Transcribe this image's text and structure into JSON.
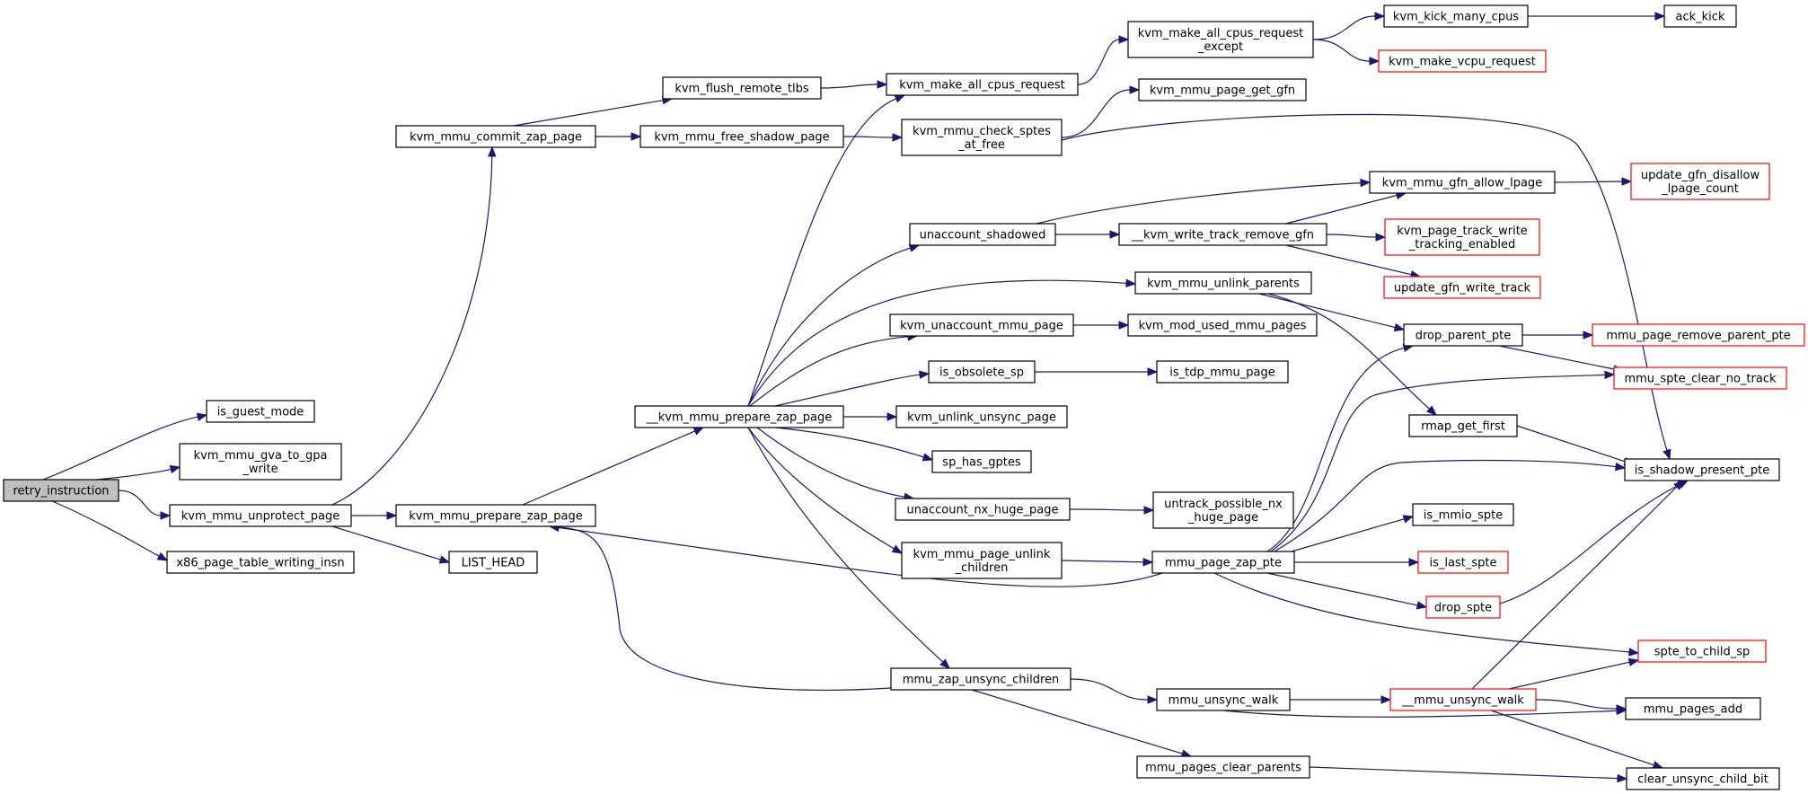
{
  "colors": {
    "edge": "#191970",
    "root_fill": "#bfbfbf",
    "truncated_border": "#ff0000",
    "node_border": "#000000"
  },
  "nodes": {
    "retry_instruction": {
      "label": [
        "retry_instruction"
      ],
      "style": "root"
    },
    "is_guest_mode": {
      "label": [
        "is_guest_mode"
      ],
      "style": "normal"
    },
    "kvm_mmu_gva_to_gpa_write": {
      "label": [
        "kvm_mmu_gva_to_gpa",
        "_write"
      ],
      "style": "normal"
    },
    "kvm_mmu_unprotect_page": {
      "label": [
        "kvm_mmu_unprotect_page"
      ],
      "style": "normal"
    },
    "x86_page_table_writing_insn": {
      "label": [
        "x86_page_table_writing_insn"
      ],
      "style": "normal"
    },
    "kvm_mmu_commit_zap_page": {
      "label": [
        "kvm_mmu_commit_zap_page"
      ],
      "style": "normal"
    },
    "kvm_mmu_prepare_zap_page": {
      "label": [
        "kvm_mmu_prepare_zap_page"
      ],
      "style": "normal"
    },
    "LIST_HEAD": {
      "label": [
        "LIST_HEAD"
      ],
      "style": "normal"
    },
    "kvm_flush_remote_tlbs": {
      "label": [
        "kvm_flush_remote_tlbs"
      ],
      "style": "normal"
    },
    "kvm_mmu_free_shadow_page": {
      "label": [
        "kvm_mmu_free_shadow_page"
      ],
      "style": "normal"
    },
    "__kvm_mmu_prepare_zap_page": {
      "label": [
        "__kvm_mmu_prepare_zap_page"
      ],
      "style": "normal"
    },
    "kvm_make_all_cpus_request": {
      "label": [
        "kvm_make_all_cpus_request"
      ],
      "style": "normal"
    },
    "kvm_mmu_check_sptes_at_free": {
      "label": [
        "kvm_mmu_check_sptes",
        "_at_free"
      ],
      "style": "normal"
    },
    "unaccount_shadowed": {
      "label": [
        "unaccount_shadowed"
      ],
      "style": "normal"
    },
    "kvm_unaccount_mmu_page": {
      "label": [
        "kvm_unaccount_mmu_page"
      ],
      "style": "normal"
    },
    "is_obsolete_sp": {
      "label": [
        "is_obsolete_sp"
      ],
      "style": "normal"
    },
    "kvm_unlink_unsync_page": {
      "label": [
        "kvm_unlink_unsync_page"
      ],
      "style": "normal"
    },
    "sp_has_gptes": {
      "label": [
        "sp_has_gptes"
      ],
      "style": "normal"
    },
    "unaccount_nx_huge_page": {
      "label": [
        "unaccount_nx_huge_page"
      ],
      "style": "normal"
    },
    "kvm_mmu_page_unlink_children": {
      "label": [
        "kvm_mmu_page_unlink",
        "_children"
      ],
      "style": "normal"
    },
    "mmu_zap_unsync_children": {
      "label": [
        "mmu_zap_unsync_children"
      ],
      "style": "normal"
    },
    "kvm_make_all_cpus_request_except": {
      "label": [
        "kvm_make_all_cpus_request",
        "_except"
      ],
      "style": "normal"
    },
    "kvm_mmu_page_get_gfn": {
      "label": [
        "kvm_mmu_page_get_gfn"
      ],
      "style": "normal"
    },
    "__kvm_write_track_remove_gfn": {
      "label": [
        "__kvm_write_track_remove_gfn"
      ],
      "style": "normal"
    },
    "kvm_mmu_unlink_parents": {
      "label": [
        "kvm_mmu_unlink_parents"
      ],
      "style": "normal"
    },
    "kvm_mod_used_mmu_pages": {
      "label": [
        "kvm_mod_used_mmu_pages"
      ],
      "style": "normal"
    },
    "is_tdp_mmu_page": {
      "label": [
        "is_tdp_mmu_page"
      ],
      "style": "normal"
    },
    "untrack_possible_nx_huge_page": {
      "label": [
        "untrack_possible_nx",
        "_huge_page"
      ],
      "style": "normal"
    },
    "mmu_page_zap_pte": {
      "label": [
        "mmu_page_zap_pte"
      ],
      "style": "normal"
    },
    "mmu_unsync_walk": {
      "label": [
        "mmu_unsync_walk"
      ],
      "style": "normal"
    },
    "mmu_pages_clear_parents": {
      "label": [
        "mmu_pages_clear_parents"
      ],
      "style": "normal"
    },
    "kvm_kick_many_cpus": {
      "label": [
        "kvm_kick_many_cpus"
      ],
      "style": "normal"
    },
    "kvm_make_vcpu_request": {
      "label": [
        "kvm_make_vcpu_request"
      ],
      "style": "trunc"
    },
    "kvm_mmu_gfn_allow_lpage": {
      "label": [
        "kvm_mmu_gfn_allow_lpage"
      ],
      "style": "normal"
    },
    "kvm_page_track_write_tracking_enabled": {
      "label": [
        "kvm_page_track_write",
        "_tracking_enabled"
      ],
      "style": "trunc"
    },
    "update_gfn_write_track": {
      "label": [
        "update_gfn_write_track"
      ],
      "style": "trunc"
    },
    "drop_parent_pte": {
      "label": [
        "drop_parent_pte"
      ],
      "style": "normal"
    },
    "rmap_get_first": {
      "label": [
        "rmap_get_first"
      ],
      "style": "normal"
    },
    "is_mmio_spte": {
      "label": [
        "is_mmio_spte"
      ],
      "style": "normal"
    },
    "is_last_spte": {
      "label": [
        "is_last_spte"
      ],
      "style": "trunc"
    },
    "drop_spte": {
      "label": [
        "drop_spte"
      ],
      "style": "trunc"
    },
    "__mmu_unsync_walk": {
      "label": [
        "__mmu_unsync_walk"
      ],
      "style": "trunc"
    },
    "ack_kick": {
      "label": [
        "ack_kick"
      ],
      "style": "normal"
    },
    "update_gfn_disallow_lpage_count": {
      "label": [
        "update_gfn_disallow",
        "_lpage_count"
      ],
      "style": "trunc"
    },
    "mmu_page_remove_parent_pte": {
      "label": [
        "mmu_page_remove_parent_pte"
      ],
      "style": "trunc"
    },
    "mmu_spte_clear_no_track": {
      "label": [
        "mmu_spte_clear_no_track"
      ],
      "style": "trunc"
    },
    "is_shadow_present_pte": {
      "label": [
        "is_shadow_present_pte"
      ],
      "style": "normal"
    },
    "spte_to_child_sp": {
      "label": [
        "spte_to_child_sp"
      ],
      "style": "trunc"
    },
    "mmu_pages_add": {
      "label": [
        "mmu_pages_add"
      ],
      "style": "normal"
    },
    "clear_unsync_child_bit": {
      "label": [
        "clear_unsync_child_bit"
      ],
      "style": "normal"
    }
  },
  "edges": [
    [
      "retry_instruction",
      "is_guest_mode"
    ],
    [
      "retry_instruction",
      "kvm_mmu_gva_to_gpa_write"
    ],
    [
      "retry_instruction",
      "kvm_mmu_unprotect_page"
    ],
    [
      "retry_instruction",
      "x86_page_table_writing_insn"
    ],
    [
      "kvm_mmu_unprotect_page",
      "kvm_mmu_commit_zap_page"
    ],
    [
      "kvm_mmu_unprotect_page",
      "kvm_mmu_prepare_zap_page"
    ],
    [
      "kvm_mmu_unprotect_page",
      "LIST_HEAD"
    ],
    [
      "kvm_mmu_commit_zap_page",
      "kvm_flush_remote_tlbs"
    ],
    [
      "kvm_mmu_commit_zap_page",
      "kvm_mmu_free_shadow_page"
    ],
    [
      "kvm_mmu_prepare_zap_page",
      "__kvm_mmu_prepare_zap_page"
    ],
    [
      "kvm_flush_remote_tlbs",
      "kvm_make_all_cpus_request"
    ],
    [
      "kvm_mmu_free_shadow_page",
      "kvm_mmu_check_sptes_at_free"
    ],
    [
      "__kvm_mmu_prepare_zap_page",
      "kvm_make_all_cpus_request"
    ],
    [
      "__kvm_mmu_prepare_zap_page",
      "unaccount_shadowed"
    ],
    [
      "__kvm_mmu_prepare_zap_page",
      "kvm_mmu_unlink_parents"
    ],
    [
      "__kvm_mmu_prepare_zap_page",
      "kvm_unaccount_mmu_page"
    ],
    [
      "__kvm_mmu_prepare_zap_page",
      "is_obsolete_sp"
    ],
    [
      "__kvm_mmu_prepare_zap_page",
      "kvm_unlink_unsync_page"
    ],
    [
      "__kvm_mmu_prepare_zap_page",
      "sp_has_gptes"
    ],
    [
      "__kvm_mmu_prepare_zap_page",
      "unaccount_nx_huge_page"
    ],
    [
      "__kvm_mmu_prepare_zap_page",
      "kvm_mmu_page_unlink_children"
    ],
    [
      "__kvm_mmu_prepare_zap_page",
      "mmu_zap_unsync_children"
    ],
    [
      "kvm_make_all_cpus_request",
      "kvm_make_all_cpus_request_except"
    ],
    [
      "kvm_make_all_cpus_request_except",
      "kvm_kick_many_cpus"
    ],
    [
      "kvm_make_all_cpus_request_except",
      "kvm_make_vcpu_request"
    ],
    [
      "kvm_kick_many_cpus",
      "ack_kick"
    ],
    [
      "kvm_mmu_check_sptes_at_free",
      "kvm_mmu_page_get_gfn"
    ],
    [
      "kvm_mmu_check_sptes_at_free",
      "is_shadow_present_pte"
    ],
    [
      "unaccount_shadowed",
      "__kvm_write_track_remove_gfn"
    ],
    [
      "unaccount_shadowed",
      "kvm_mmu_gfn_allow_lpage"
    ],
    [
      "__kvm_write_track_remove_gfn",
      "kvm_mmu_gfn_allow_lpage"
    ],
    [
      "__kvm_write_track_remove_gfn",
      "kvm_page_track_write_tracking_enabled"
    ],
    [
      "__kvm_write_track_remove_gfn",
      "update_gfn_write_track"
    ],
    [
      "kvm_mmu_gfn_allow_lpage",
      "update_gfn_disallow_lpage_count"
    ],
    [
      "kvm_mmu_unlink_parents",
      "drop_parent_pte"
    ],
    [
      "kvm_mmu_unlink_parents",
      "rmap_get_first"
    ],
    [
      "kvm_unaccount_mmu_page",
      "kvm_mod_used_mmu_pages"
    ],
    [
      "is_obsolete_sp",
      "is_tdp_mmu_page"
    ],
    [
      "unaccount_nx_huge_page",
      "untrack_possible_nx_huge_page"
    ],
    [
      "kvm_mmu_page_unlink_children",
      "mmu_page_zap_pte"
    ],
    [
      "mmu_page_zap_pte",
      "kvm_mmu_prepare_zap_page"
    ],
    [
      "mmu_page_zap_pte",
      "drop_parent_pte"
    ],
    [
      "mmu_page_zap_pte",
      "mmu_spte_clear_no_track"
    ],
    [
      "mmu_page_zap_pte",
      "is_shadow_present_pte"
    ],
    [
      "mmu_page_zap_pte",
      "is_mmio_spte"
    ],
    [
      "mmu_page_zap_pte",
      "is_last_spte"
    ],
    [
      "mmu_page_zap_pte",
      "drop_spte"
    ],
    [
      "mmu_page_zap_pte",
      "spte_to_child_sp"
    ],
    [
      "drop_parent_pte",
      "mmu_page_remove_parent_pte"
    ],
    [
      "drop_parent_pte",
      "mmu_spte_clear_no_track"
    ],
    [
      "rmap_get_first",
      "is_shadow_present_pte"
    ],
    [
      "drop_spte",
      "is_shadow_present_pte"
    ],
    [
      "mmu_zap_unsync_children",
      "kvm_mmu_prepare_zap_page"
    ],
    [
      "mmu_zap_unsync_children",
      "mmu_unsync_walk"
    ],
    [
      "mmu_zap_unsync_children",
      "mmu_pages_clear_parents"
    ],
    [
      "mmu_unsync_walk",
      "__mmu_unsync_walk"
    ],
    [
      "mmu_unsync_walk",
      "mmu_pages_add"
    ],
    [
      "__mmu_unsync_walk",
      "is_shadow_present_pte"
    ],
    [
      "__mmu_unsync_walk",
      "spte_to_child_sp"
    ],
    [
      "__mmu_unsync_walk",
      "mmu_pages_add"
    ],
    [
      "__mmu_unsync_walk",
      "clear_unsync_child_bit"
    ],
    [
      "mmu_pages_clear_parents",
      "clear_unsync_child_bit"
    ]
  ]
}
